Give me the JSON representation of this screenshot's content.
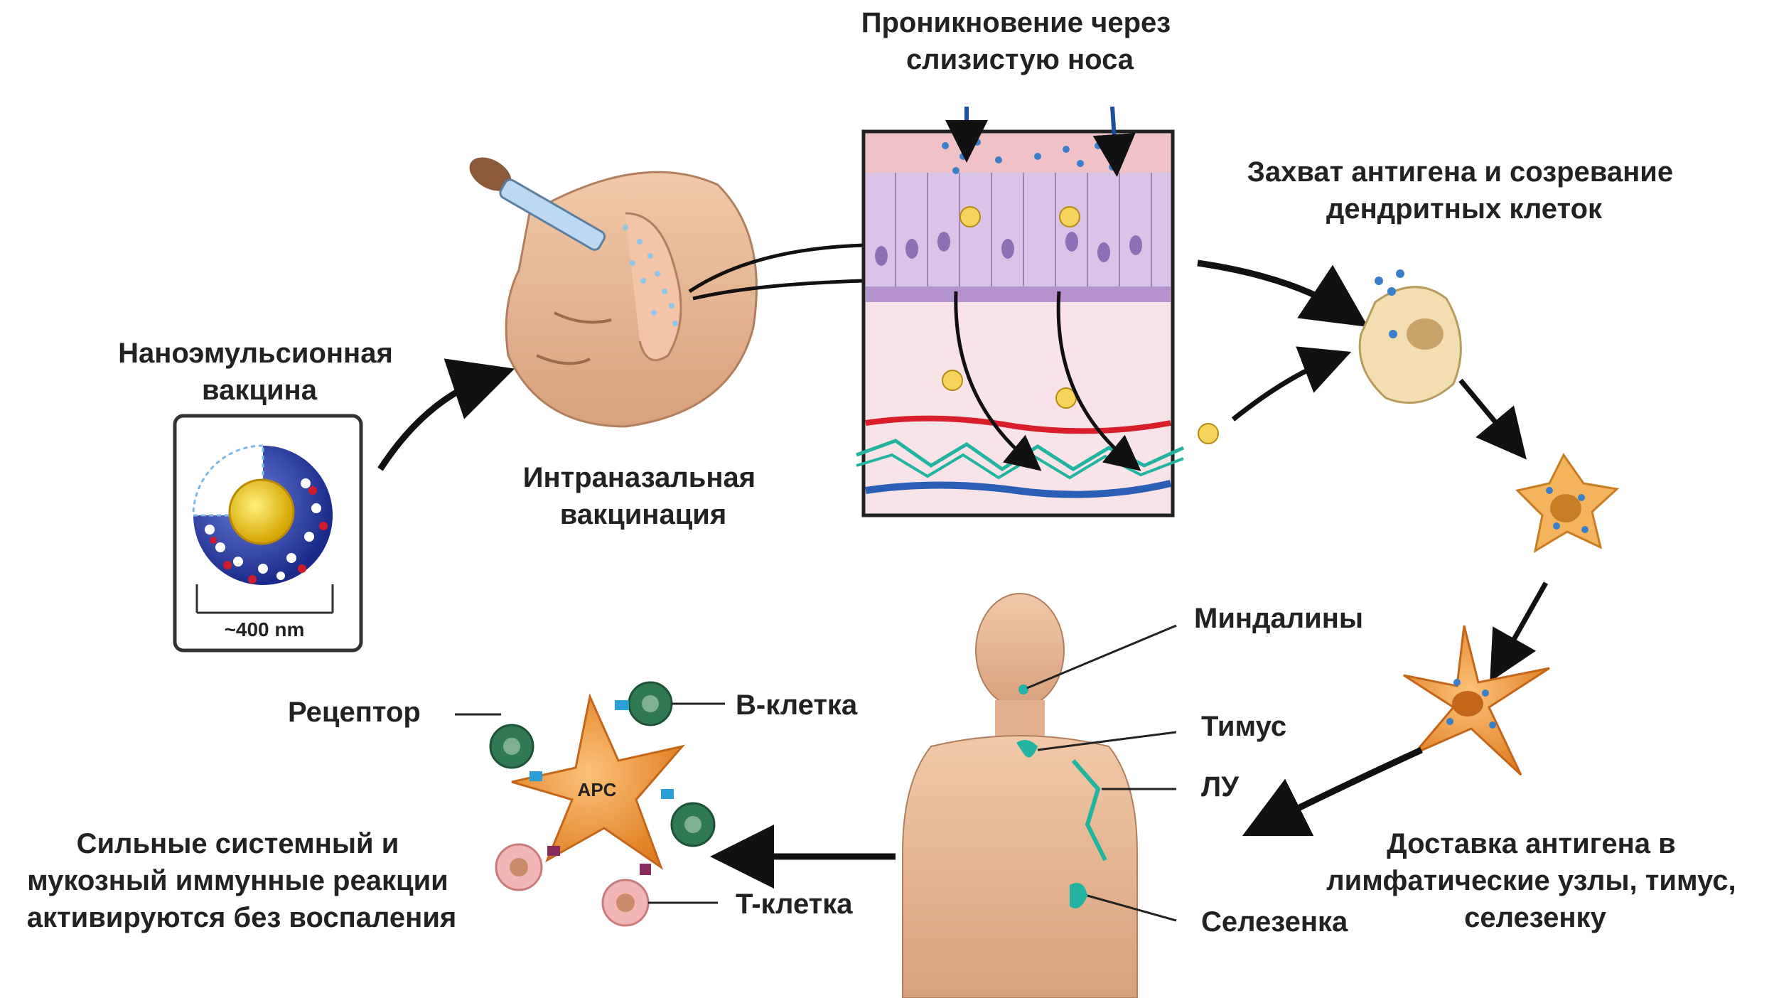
{
  "labels": {
    "nanoemulsion": [
      "Наноэмульсионная",
      "вакцина"
    ],
    "scale": "~400 nm",
    "intranasal": [
      "Интраназальная",
      "вакцинация"
    ],
    "penetration": [
      "Проникновение через",
      "слизистую носа"
    ],
    "capture": [
      "Захват антигена и созревание",
      "дендритных клеток"
    ],
    "delivery": [
      "Доставка антигена в",
      "лимфатические узлы, тимус,",
      "селезенку"
    ],
    "tonsils": "Миндалины",
    "thymus": "Тимус",
    "ln": "ЛУ",
    "spleen": "Селезенка",
    "receptor": "Рецептор",
    "bcell": "B-клетка",
    "tcell": "T-клетка",
    "apc": "APC",
    "result": [
      "Сильные системный и",
      "мукозный иммунные реакции",
      "активируются без воспаления"
    ]
  },
  "colors": {
    "arrow": "#111111",
    "skin": "#e9bd9b",
    "apc": "#f19a3e",
    "bcell": "#2f7a52",
    "tcell": "#f2b6b6",
    "lymph": "#22b3a1",
    "blood_red": "#d81e2a",
    "blood_blue": "#2b5fb5",
    "tissue_pink": "#f6d6dc",
    "epithelium": "#d9c3e6"
  },
  "icons": {
    "vaccine": "nanoemulsion-particle-icon",
    "dropper": "dropper-icon",
    "dendritic": "dendritic-cell-icon"
  }
}
